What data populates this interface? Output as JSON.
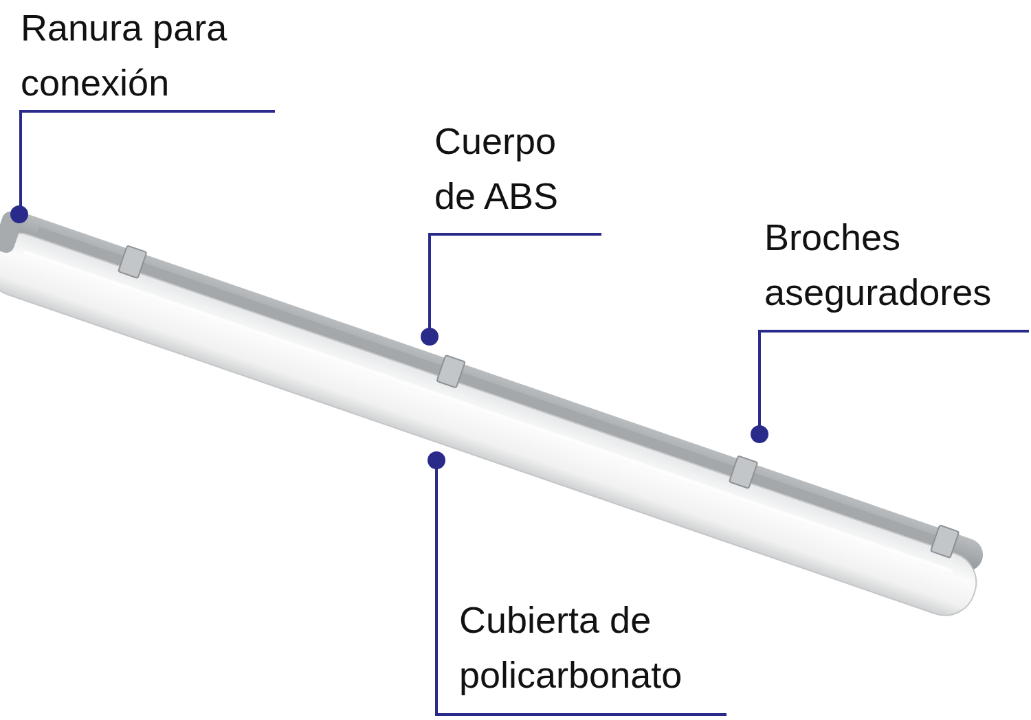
{
  "diagram": {
    "labels": [
      "Ranura para conexión",
      "Cuerpo de ABS",
      "Broches aseguradores",
      "Cubierta de policarbonato"
    ]
  }
}
